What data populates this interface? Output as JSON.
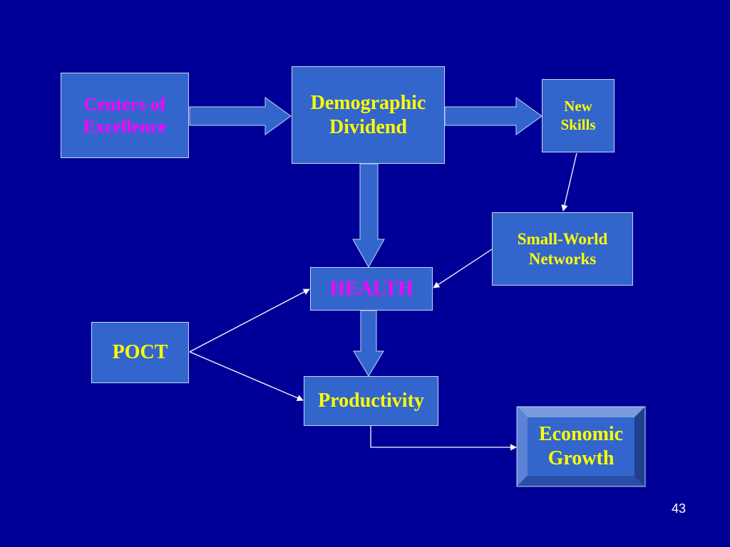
{
  "nodes": {
    "centers_of_excellence": {
      "line1": "Centers of",
      "line2": "Excellence",
      "color": "#ff00ff"
    },
    "demographic_dividend": {
      "line1": "Demographic",
      "line2": "Dividend",
      "color": "#ffff00"
    },
    "new_skills": {
      "line1": "New",
      "line2": "Skills",
      "color": "#ffff00"
    },
    "small_world_networks": {
      "line1": "Small-World",
      "line2": "Networks",
      "color": "#ffff00"
    },
    "health": {
      "label": "HEALTH",
      "color": "#ff00ff"
    },
    "poct": {
      "label": "POCT",
      "color": "#ffff00"
    },
    "productivity": {
      "label": "Productivity",
      "color": "#ffff00"
    },
    "economic_growth": {
      "line1": "Economic",
      "line2": "Growth",
      "color": "#ffff00"
    }
  },
  "connections": [
    {
      "from": "Centers of Excellence",
      "to": "Demographic Dividend",
      "style": "block-arrow"
    },
    {
      "from": "Demographic Dividend",
      "to": "New Skills",
      "style": "block-arrow"
    },
    {
      "from": "Demographic Dividend",
      "to": "HEALTH",
      "style": "block-arrow"
    },
    {
      "from": "New Skills",
      "to": "Small-World Networks",
      "style": "thin-arrow"
    },
    {
      "from": "Small-World Networks",
      "to": "HEALTH",
      "style": "thin-arrow"
    },
    {
      "from": "POCT",
      "to": "HEALTH",
      "style": "thin-arrow"
    },
    {
      "from": "POCT",
      "to": "Productivity",
      "style": "thin-arrow"
    },
    {
      "from": "HEALTH",
      "to": "Productivity",
      "style": "block-arrow"
    },
    {
      "from": "Productivity",
      "to": "Economic Growth",
      "style": "elbow-arrow"
    }
  ],
  "colors": {
    "background": "#000099",
    "box_fill": "#3366cc",
    "box_border": "#c8d4f0",
    "text_yellow": "#ffff00",
    "text_magenta": "#ff00ff",
    "connector": "#ffffff"
  },
  "page_number": "43"
}
